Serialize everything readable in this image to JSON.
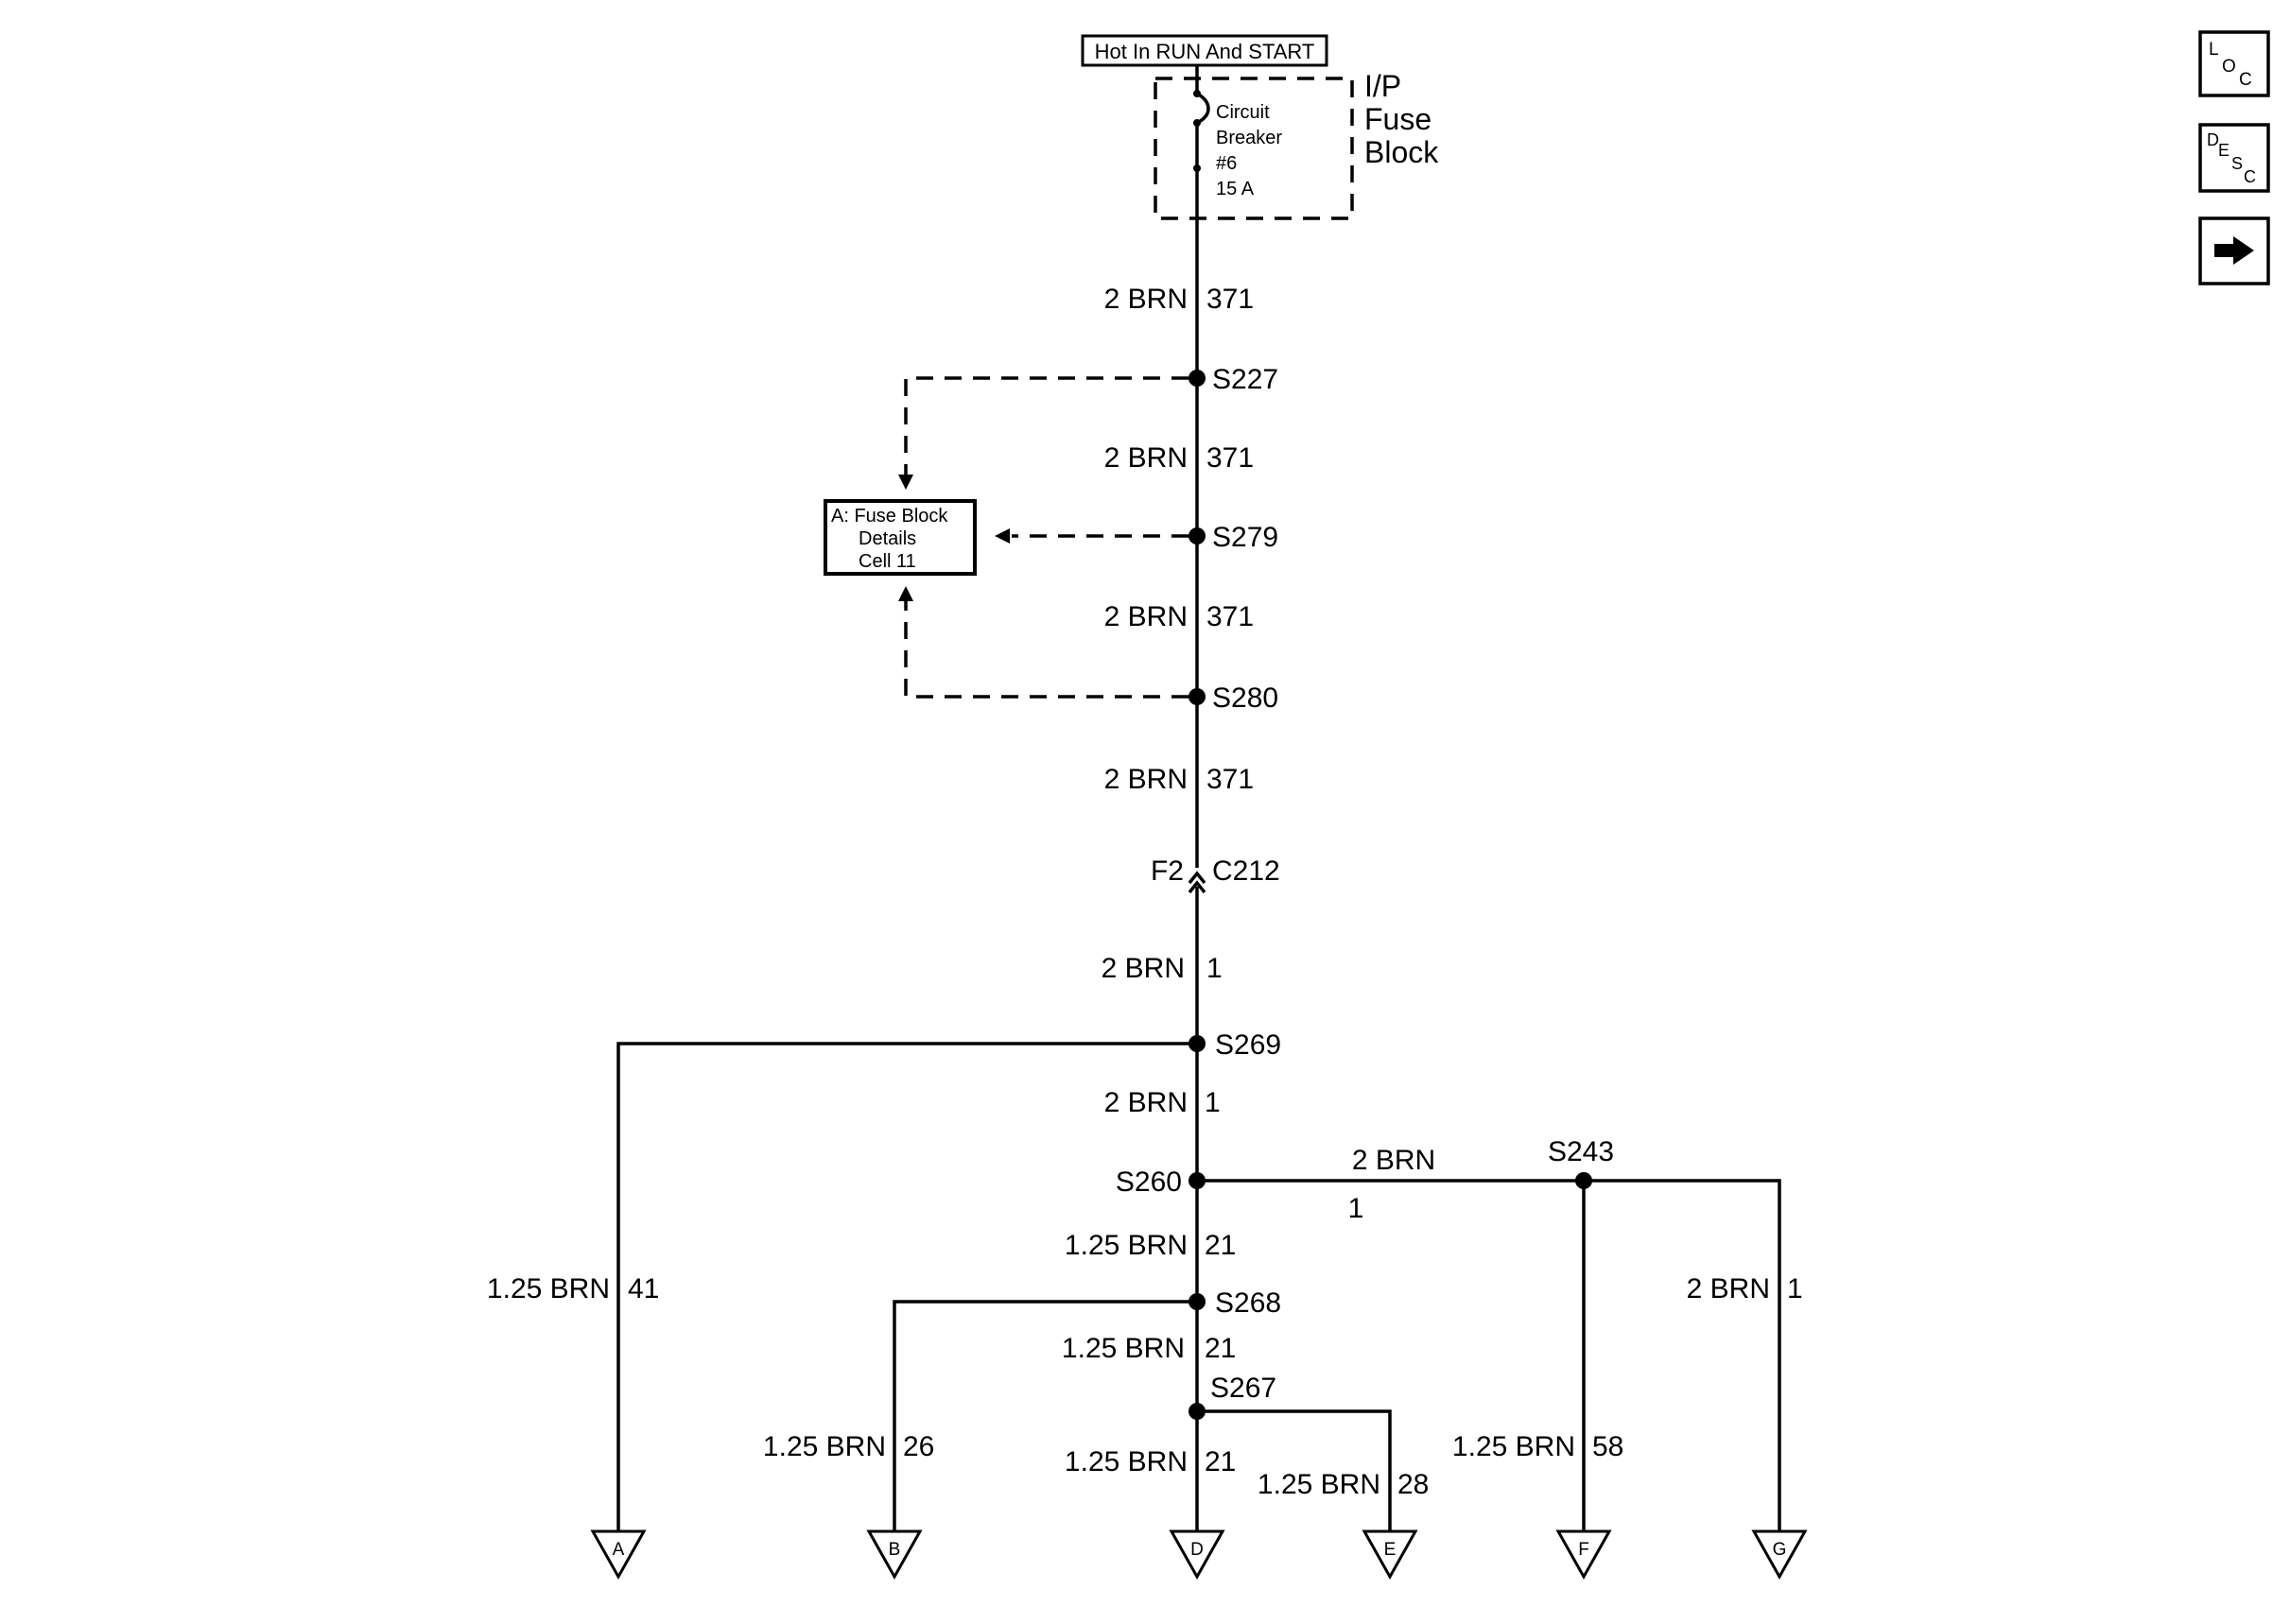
{
  "header": {
    "power_source": "Hot In RUN And START",
    "fuse_block_label_line1": "I/P",
    "fuse_block_label_line2": "Fuse",
    "fuse_block_label_line3": "Block",
    "breaker_line1": "Circuit",
    "breaker_line2": "Breaker",
    "breaker_line3": "#6",
    "breaker_line4": "15 A"
  },
  "reference_box": {
    "line1": "A: Fuse Block",
    "line2": "Details",
    "line3": "Cell 11"
  },
  "wires": {
    "w1_gauge": "2 BRN",
    "w1_circuit": "371",
    "w2_gauge": "2 BRN",
    "w2_circuit": "371",
    "w3_gauge": "2 BRN",
    "w3_circuit": "371",
    "w4_gauge": "2 BRN",
    "w4_circuit": "371",
    "w5_gauge": "2 BRN",
    "w5_circuit": "1",
    "w6_gauge": "2 BRN",
    "w6_circuit": "1",
    "w7_gauge": "1.25 BRN",
    "w7_circuit": "21",
    "w8_gauge": "1.25 BRN",
    "w8_circuit": "21",
    "w9_gauge": "1.25 BRN",
    "w9_circuit": "21",
    "branch_a_gauge": "1.25 BRN",
    "branch_a_circuit": "41",
    "branch_b_gauge": "1.25 BRN",
    "branch_b_circuit": "26",
    "branch_e_gauge": "1.25 BRN",
    "branch_e_circuit": "28",
    "branch_f_gauge": "1.25 BRN",
    "branch_f_circuit": "58",
    "branch_g_gauge": "2 BRN",
    "branch_g_circuit": "1",
    "s260_right_gauge": "2 BRN",
    "s260_right_circuit": "1"
  },
  "splices": {
    "s227": "S227",
    "s279": "S279",
    "s280": "S280",
    "s269": "S269",
    "s260": "S260",
    "s268": "S268",
    "s267": "S267",
    "s243": "S243"
  },
  "connector": {
    "pin": "F2",
    "name": "C212"
  },
  "grounds": {
    "a": "A",
    "b": "B",
    "d": "D",
    "e": "E",
    "f": "F",
    "g": "G"
  },
  "nav": {
    "loc_l": "L",
    "loc_o": "O",
    "loc_c": "C",
    "desc_d": "D",
    "desc_e": "E",
    "desc_s": "S",
    "desc_c": "C"
  }
}
